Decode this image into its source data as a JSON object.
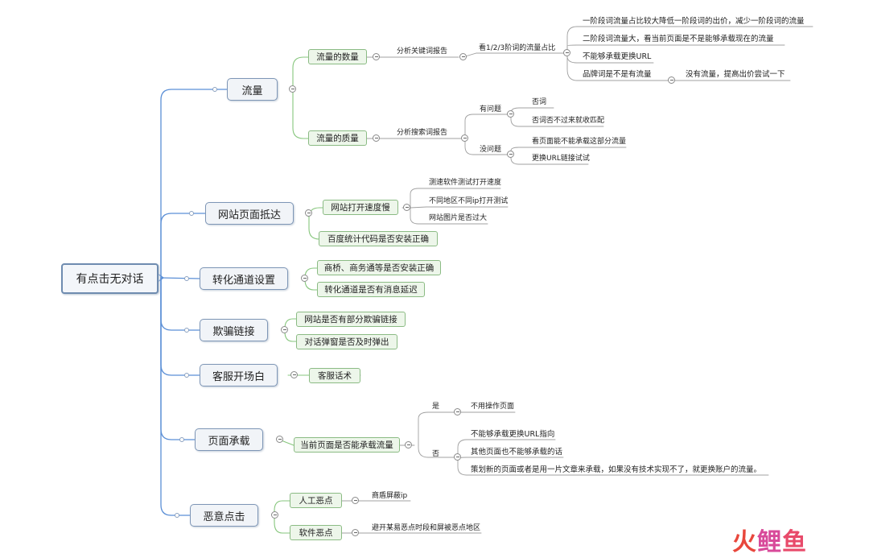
{
  "root": "有点击无对话",
  "branches": [
    {
      "label": "流量",
      "children": [
        {
          "label": "流量的数量",
          "sub": [
            {
              "label": "分析关键词报告",
              "sub": [
                {
                  "label": "看1/2/3阶词的流量占比",
                  "sub": [
                    {
                      "label": "一阶段词流量占比较大降低一阶段词的出价，减少一阶段词的流量"
                    },
                    {
                      "label": "二阶段词流量大，看当前页面是不是能够承载现在的流量"
                    },
                    {
                      "label": "不能够承载更换URL"
                    },
                    {
                      "label": "品牌词是不是有流量",
                      "sub": [
                        {
                          "label": "没有流量，提高出价尝试一下"
                        }
                      ]
                    }
                  ]
                }
              ]
            }
          ]
        },
        {
          "label": "流量的质量",
          "sub": [
            {
              "label": "分析搜索词报告",
              "sub": [
                {
                  "label": "有问题",
                  "sub": [
                    {
                      "label": "否词"
                    },
                    {
                      "label": "否词否不过来就收匹配"
                    }
                  ]
                },
                {
                  "label": "没问题",
                  "sub": [
                    {
                      "label": "看页面能不能承载这部分流量"
                    },
                    {
                      "label": "更换URL链接试试"
                    }
                  ]
                }
              ]
            }
          ]
        }
      ]
    },
    {
      "label": "网站页面抵达",
      "children": [
        {
          "label": "网站打开速度慢",
          "sub": [
            {
              "label": "测速软件测试打开速度"
            },
            {
              "label": "不同地区不同ip打开测试"
            },
            {
              "label": "网站图片是否过大"
            }
          ]
        },
        {
          "label": "百度统计代码是否安装正确"
        }
      ]
    },
    {
      "label": "转化通道设置",
      "children": [
        {
          "label": "商桥、商务通等是否安装正确"
        },
        {
          "label": "转化通道是否有消息延迟"
        }
      ]
    },
    {
      "label": "欺骗链接",
      "children": [
        {
          "label": "网站是否有部分欺骗链接"
        },
        {
          "label": "对话弹窗是否及时弹出"
        }
      ]
    },
    {
      "label": "客服开场白",
      "children": [
        {
          "label": "客服话术"
        }
      ]
    },
    {
      "label": "页面承载",
      "children": [
        {
          "label": "当前页面是否能承载流量",
          "sub": [
            {
              "label": "是",
              "sub": [
                {
                  "label": "不用操作页面"
                }
              ]
            },
            {
              "label": "否",
              "sub": [
                {
                  "label": "不能够承载更换URL指向"
                },
                {
                  "label": "其他页面也不能够承载的话"
                },
                {
                  "label": "策划新的页面或者是用一片文章来承载，如果没有技术实现不了，就更换账户的流量。"
                }
              ]
            }
          ]
        }
      ]
    },
    {
      "label": "恶意点击",
      "children": [
        {
          "label": "人工恶点",
          "sub": [
            {
              "label": "商盾屏蔽ip"
            }
          ]
        },
        {
          "label": "软件恶点",
          "sub": [
            {
              "label": "避开某易恶点时段和屏被恶点地区"
            }
          ]
        }
      ]
    }
  ],
  "watermark": "火鲤鱼",
  "colors": {
    "blue_line": "#5b8fd6",
    "green_line": "#86c67c",
    "gray_line": "#a0a0a0"
  }
}
